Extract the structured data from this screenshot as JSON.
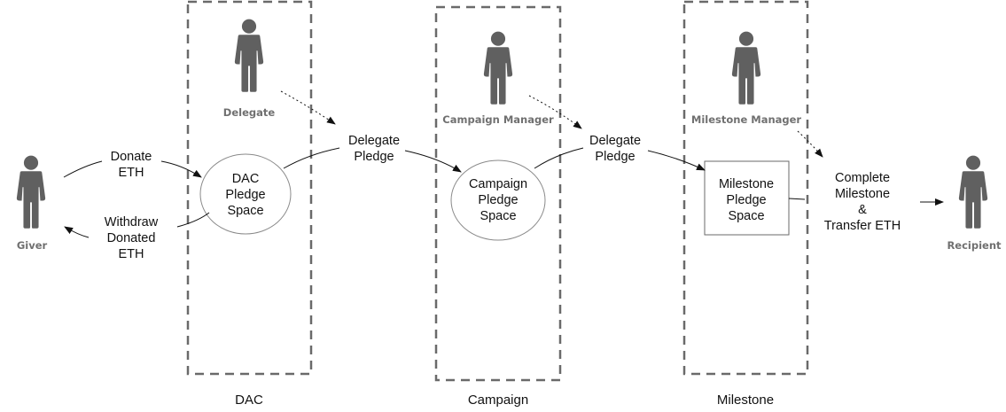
{
  "colors": {
    "person": "#606060",
    "person_label": "#707070",
    "box_border": "#6a6a6a",
    "line": "#111111",
    "node_border": "#8a8a8a"
  },
  "containers": [
    {
      "id": "dac",
      "label": "DAC"
    },
    {
      "id": "campaign",
      "label": "Campaign"
    },
    {
      "id": "milestone",
      "label": "Milestone"
    }
  ],
  "actors": [
    {
      "id": "giver",
      "label": "Giver",
      "icon": "person-icon"
    },
    {
      "id": "delegate",
      "label": "Delegate",
      "icon": "person-icon"
    },
    {
      "id": "campaign-manager",
      "label": "Campaign Manager",
      "icon": "person-icon"
    },
    {
      "id": "milestone-manager",
      "label": "Milestone Manager",
      "icon": "person-icon"
    },
    {
      "id": "recipient",
      "label": "Recipient",
      "icon": "person-icon"
    }
  ],
  "nodes": [
    {
      "id": "dac-space",
      "shape": "ellipse",
      "lines": [
        "DAC",
        "Pledge",
        "Space"
      ]
    },
    {
      "id": "campaign-space",
      "shape": "ellipse",
      "lines": [
        "Campaign",
        "Pledge",
        "Space"
      ]
    },
    {
      "id": "milestone-space",
      "shape": "rect",
      "lines": [
        "Milestone",
        "Pledge",
        "Space"
      ]
    }
  ],
  "flows": [
    {
      "id": "donate",
      "lines": [
        "Donate",
        "ETH"
      ]
    },
    {
      "id": "withdraw",
      "lines": [
        "Withdraw",
        "Donated",
        "ETH"
      ]
    },
    {
      "id": "delegate-1",
      "lines": [
        "Delegate",
        "Pledge"
      ]
    },
    {
      "id": "delegate-2",
      "lines": [
        "Delegate",
        "Pledge"
      ]
    },
    {
      "id": "complete",
      "lines": [
        "Complete",
        "Milestone",
        "&",
        "Transfer ETH"
      ]
    }
  ]
}
